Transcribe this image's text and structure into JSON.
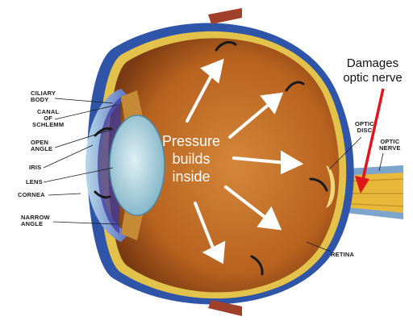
{
  "labels": {
    "ciliary_body": "CILIARY\nBODY",
    "canal_of_schlemm": "CANAL\nOF\nSCHLEMM",
    "open_angle": "OPEN\nANGLE",
    "iris": "IRIS",
    "lens": "LENS",
    "cornea": "CORNEA",
    "narrow_angle": "NARROW\nANGLE",
    "optic_disc": "OPTIC\nDISC",
    "optic_nerve": "OPTIC\nNERVE",
    "retina": "RETINA"
  },
  "overlay": {
    "pressure_text": "Pressure\nbuilds\ninside",
    "callout_text": "Damages\noptic nerve"
  },
  "colors": {
    "eyeball_interior": "#b8621f",
    "sclera": "#2f55a8",
    "retina_line": "#e2c24a",
    "nerve": "#e8b83a",
    "callout_arrow": "#e0161b",
    "pressure_arrows": "#ffffff"
  }
}
